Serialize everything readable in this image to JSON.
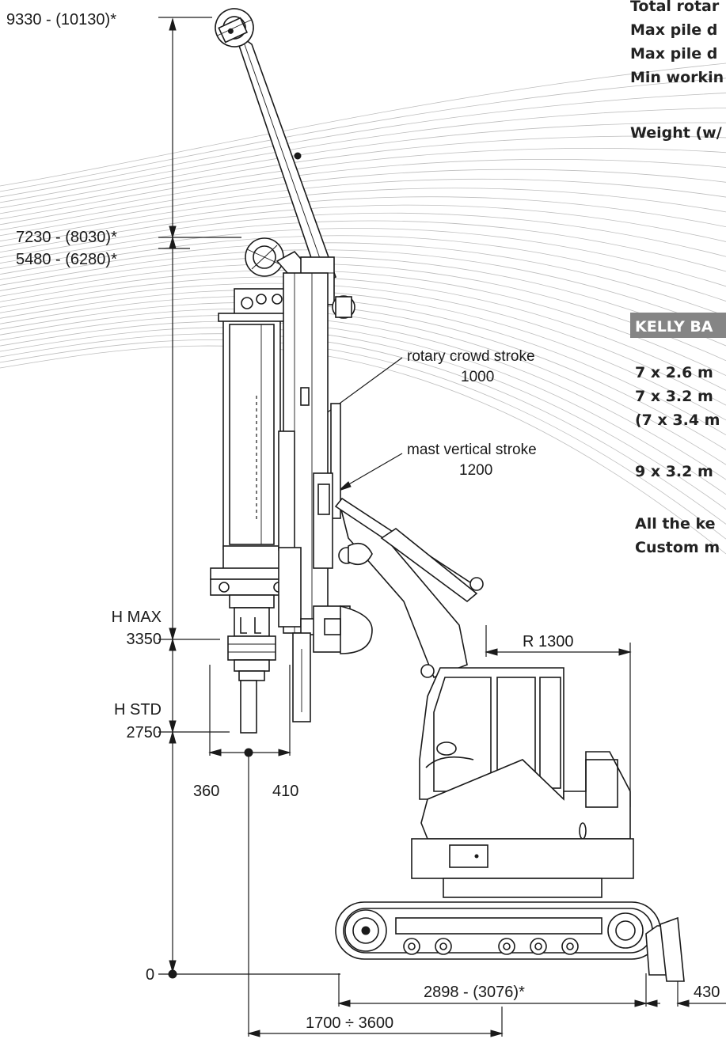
{
  "dimensions": {
    "top_height": "9330 - (10130)*",
    "mid_height_1": "7230 - (8030)*",
    "mid_height_2": "5480 - (6280)*",
    "h_max_label": "H MAX",
    "h_max_value": "3350",
    "h_std_label": "H STD",
    "h_std_value": "2750",
    "left_offset": "360",
    "right_offset": "410",
    "zero": "0",
    "radius": "R 1300",
    "track_length": "2898 - (3076)*",
    "blade": "430",
    "reach": "1700 ÷ 3600"
  },
  "annotations": {
    "rotary_crowd_label": "rotary crowd stroke",
    "rotary_crowd_value": "1000",
    "mast_stroke_label": "mast vertical stroke",
    "mast_stroke_value": "1200"
  },
  "specs": {
    "line1": "Total rotar",
    "line2": "Max pile d",
    "line3": "Max pile d",
    "line4": "Min workin",
    "weight": "Weight (w/"
  },
  "kelly": {
    "header": "KELLY BA",
    "row1": "7 x 2.6 m",
    "row2": "7 x 3.2 m",
    "row3": "(7 x 3.4 m",
    "row4": "9 x 3.2 m",
    "note1": "All the ke",
    "note2": "Custom m"
  },
  "colors": {
    "kelly_header_bg": "#858585",
    "wave_lines": "#bdbdbd",
    "ink": "#1a1a1a"
  }
}
